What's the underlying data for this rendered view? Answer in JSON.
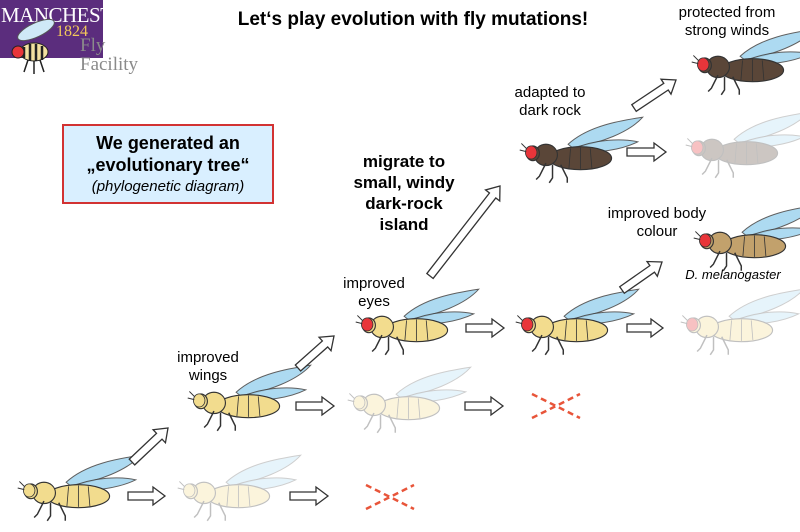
{
  "logo": {
    "name": "MANCHESTER",
    "year": "1824",
    "line1": "Fly",
    "line2": "Facility"
  },
  "title": "Let‘s play evolution with fly mutations!",
  "info_box": {
    "line1": "We generated an",
    "line2": "„evolutionary tree“",
    "line3": "(phylogenetic diagram)"
  },
  "labels": {
    "improved_wings": [
      "improved",
      "wings"
    ],
    "improved_eyes": [
      "improved",
      "eyes"
    ],
    "migrate": [
      "migrate to",
      "small, windy",
      "dark-rock",
      "island"
    ],
    "adapted": [
      "adapted to",
      "dark rock"
    ],
    "protected": [
      "protected from",
      "strong winds"
    ],
    "body_colour": [
      "improved body",
      "colour"
    ],
    "species": "D. melanogaster"
  },
  "colors": {
    "wild_body": "#f2dc8e",
    "wing": "#9fd4ef",
    "dark_body": "#5a4638",
    "red_eye": "#e8353a",
    "cross": "#e8553a",
    "brand": "#5b2d7d"
  }
}
